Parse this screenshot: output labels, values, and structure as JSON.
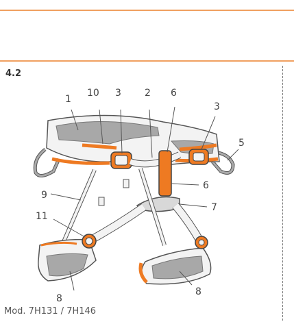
{
  "section": {
    "number": "4.2"
  },
  "caption": "Mod. 7H131 / 7H146",
  "labels": {
    "l1": "1",
    "l10": "10",
    "l3a": "3",
    "l2": "2",
    "l6a": "6",
    "l3b": "3",
    "l5": "5",
    "l6b": "6",
    "l9": "9",
    "l7": "7",
    "l11": "11",
    "l8a": "8",
    "l8b": "8"
  },
  "colors": {
    "accent": "#ee7a22",
    "padding": "#a8a8a8",
    "webbing": "#f3f3f3",
    "outline": "#555555"
  }
}
